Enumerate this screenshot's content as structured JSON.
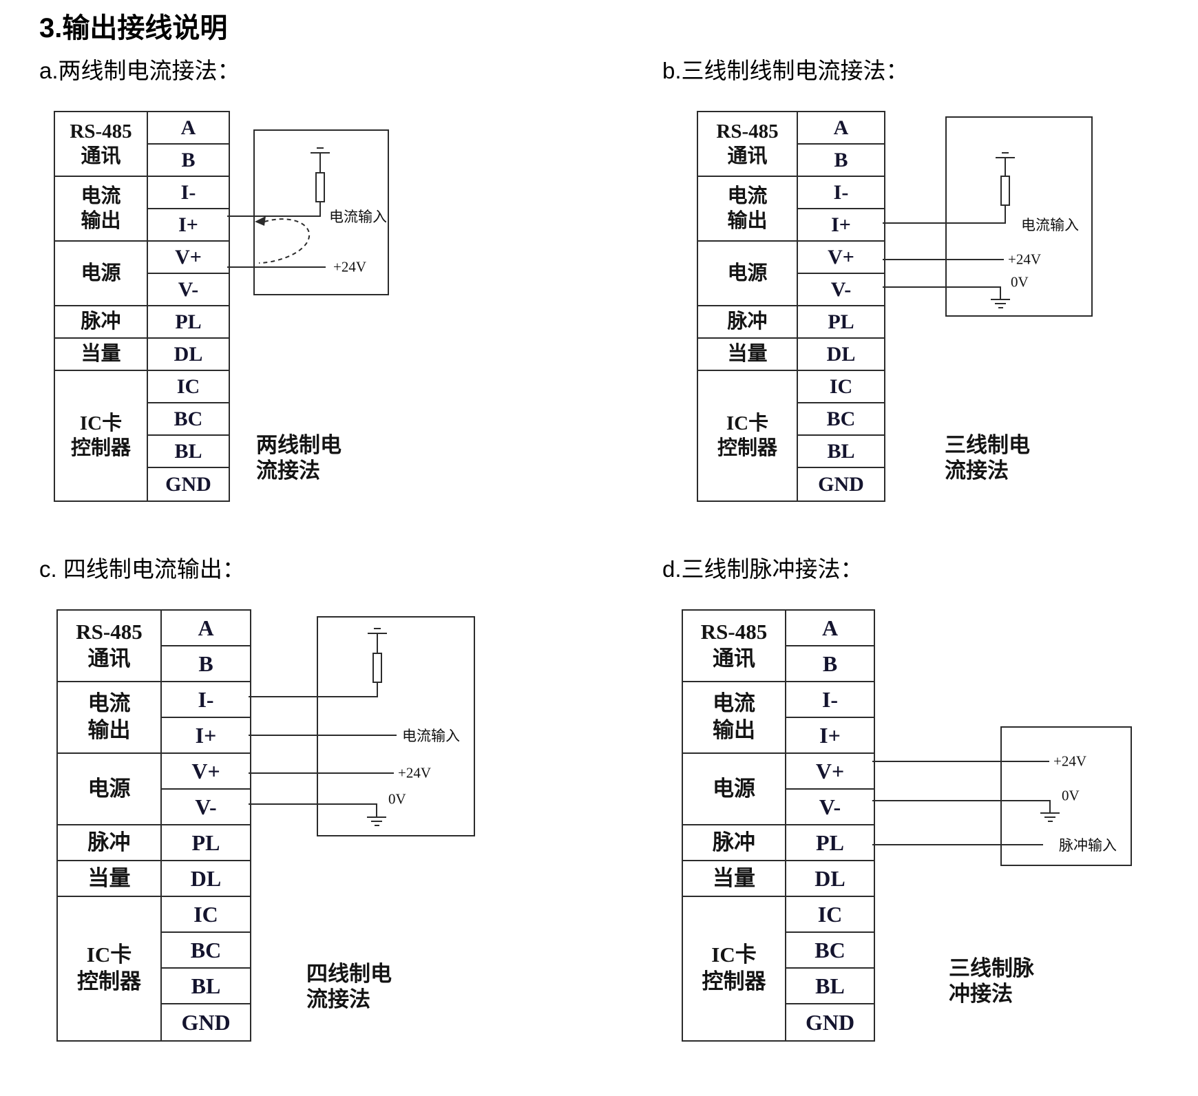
{
  "title": "3.输出接线说明",
  "colors": {
    "line": "#2b2b2b",
    "terminal_text": "#14142e"
  },
  "table": {
    "groups": [
      {
        "lines": [
          "RS-485",
          "通讯"
        ],
        "span": 2
      },
      {
        "lines": [
          "电流",
          "输出"
        ],
        "span": 2
      },
      {
        "lines": [
          "电源"
        ],
        "span": 2
      },
      {
        "lines": [
          "脉冲"
        ],
        "span": 1
      },
      {
        "lines": [
          "当量"
        ],
        "span": 1
      },
      {
        "lines": [
          "IC卡",
          "控制器"
        ],
        "span": 4
      }
    ],
    "terminals": [
      "A",
      "B",
      "I-",
      "I+",
      "V+",
      "V-",
      "PL",
      "DL",
      "IC",
      "BC",
      "BL",
      "GND"
    ]
  },
  "sections": {
    "a": {
      "heading": "a.两线制电流接法：",
      "caption": [
        "两线制电",
        "流接法"
      ],
      "labels": {
        "current_input": "电流输入",
        "plus24": "+24V"
      }
    },
    "b": {
      "heading": "b.三线制线制电流接法：",
      "caption": [
        "三线制电",
        "流接法"
      ],
      "labels": {
        "current_input": "电流输入",
        "plus24": "+24V",
        "zero": "0V"
      }
    },
    "c": {
      "heading": "c. 四线制电流输出：",
      "caption": [
        "四线制电",
        "流接法"
      ],
      "labels": {
        "current_input": "电流输入",
        "plus24": "+24V",
        "zero": "0V"
      }
    },
    "d": {
      "heading": "d.三线制脉冲接法：",
      "caption": [
        "三线制脉",
        "冲接法"
      ],
      "labels": {
        "plus24": "+24V",
        "zero": "0V",
        "pulse_input": "脉冲输入"
      }
    }
  }
}
